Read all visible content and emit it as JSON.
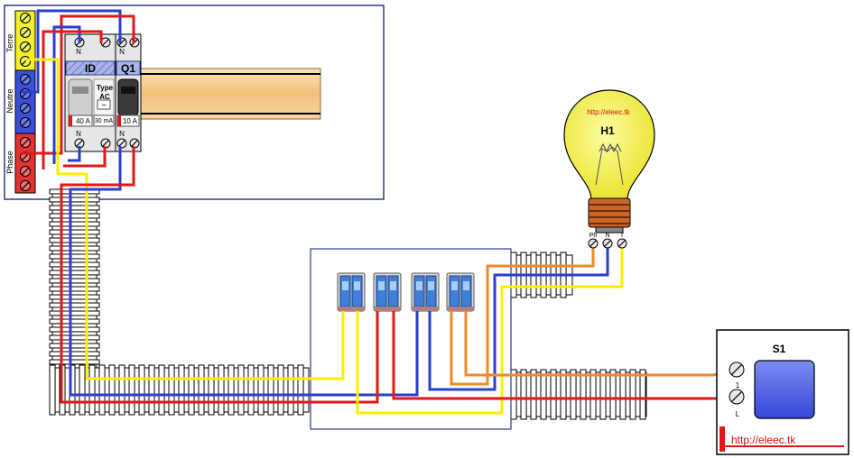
{
  "panel": {
    "terminals": {
      "earth": "Terre",
      "neutral": "Neutre",
      "phase": "Phase"
    },
    "rcd": {
      "name": "ID",
      "top_terminal": "N",
      "bottom_terminal": "N",
      "type_line1": "Type",
      "type_line2": "AC",
      "type_symbol": "~",
      "rating": "40 A",
      "sensitivity": "30 mA"
    },
    "breaker": {
      "name": "Q1",
      "top_terminal": "N",
      "bottom_terminal": "N",
      "rating": "10 A"
    }
  },
  "lamp": {
    "name": "H1",
    "watermark": "http://eleec.tk",
    "terminals": [
      "Ph",
      "N",
      "T"
    ]
  },
  "switch": {
    "name": "S1",
    "terminal_1": "1",
    "terminal_l": "L",
    "watermark": "http://eleec.tk"
  },
  "colors": {
    "earth": "#ffee00",
    "neutral": "#2a3fd0",
    "phase": "#e01818",
    "switched": "#ef8a2a",
    "panel_frame": "#2b3a8f",
    "rail": "#f2c98a",
    "bulb": "#f6f24a"
  }
}
